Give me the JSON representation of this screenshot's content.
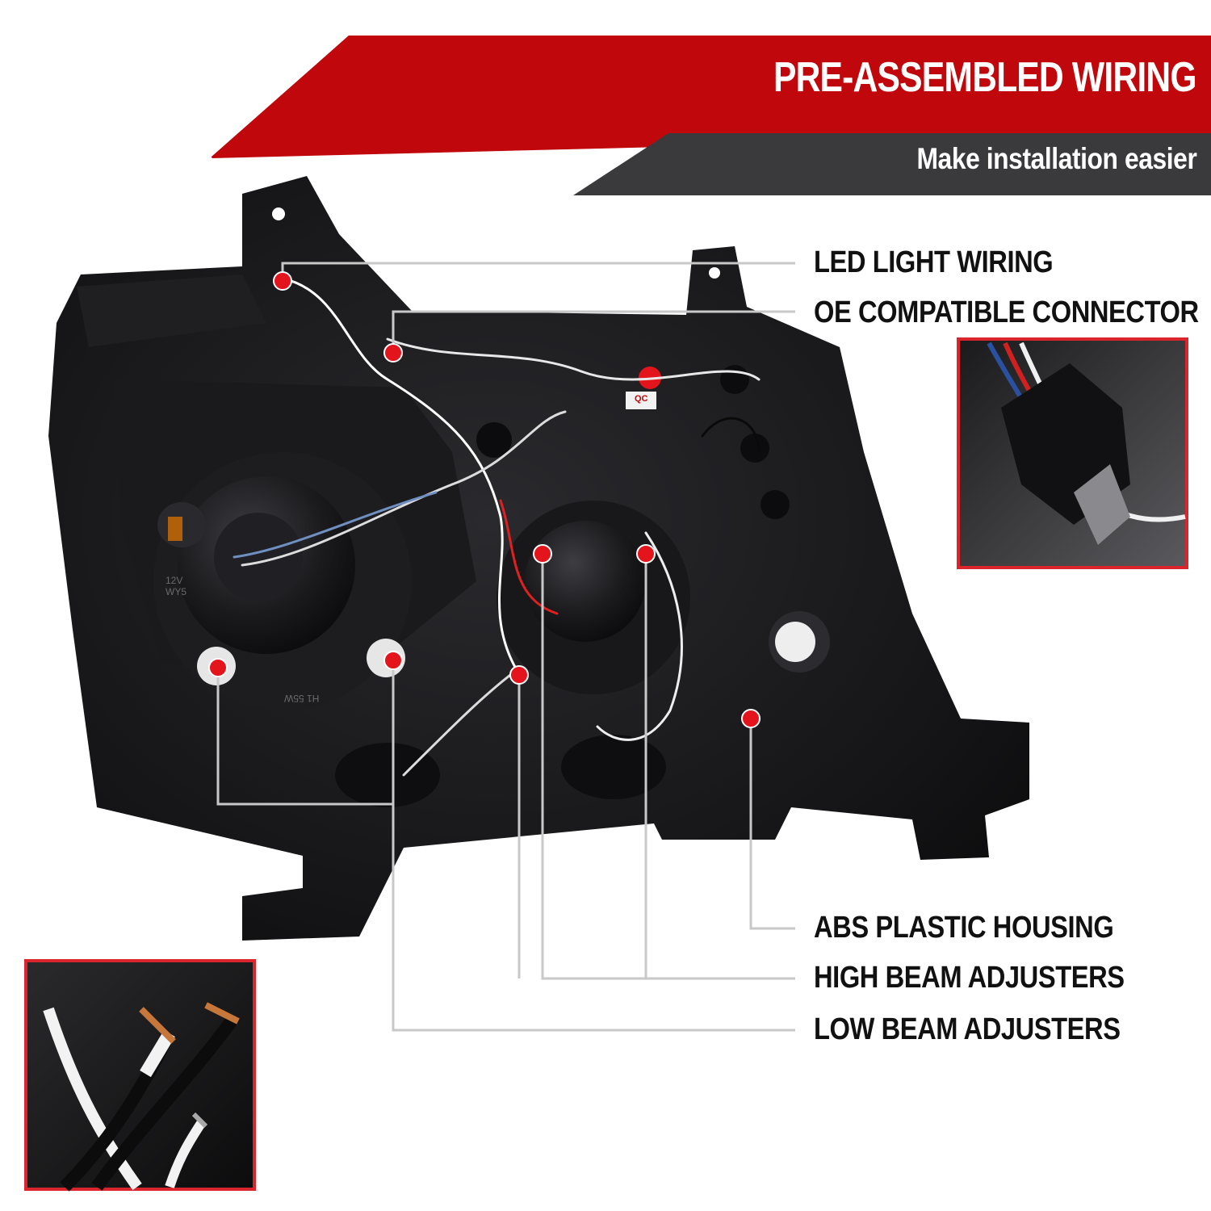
{
  "banner": {
    "title": "PRE-ASSEMBLED WIRING",
    "subtitle": "Make installation easier",
    "title_color": "#c0070c",
    "subtitle_color": "#3a3a3c"
  },
  "callouts": [
    {
      "id": "led-light-wiring",
      "label": "LED LIGHT WIRING"
    },
    {
      "id": "oe-compatible-connector",
      "label": "OE COMPATIBLE CONNECTOR"
    },
    {
      "id": "abs-plastic-housing",
      "label": "ABS PLASTIC HOUSING"
    },
    {
      "id": "high-beam-adjusters",
      "label": "HIGH BEAM ADJUSTERS"
    },
    {
      "id": "low-beam-adjusters",
      "label": "LOW BEAM ADJUSTERS"
    }
  ],
  "housing_markings": {
    "left_bulb": "12V WY5",
    "low_beam": "H1 55W",
    "qc_sticker": "QC"
  },
  "colors": {
    "marker": "#e3141b",
    "inset_border": "#d9252b",
    "leader_line": "#c8c8c8",
    "housing": "#141416"
  }
}
